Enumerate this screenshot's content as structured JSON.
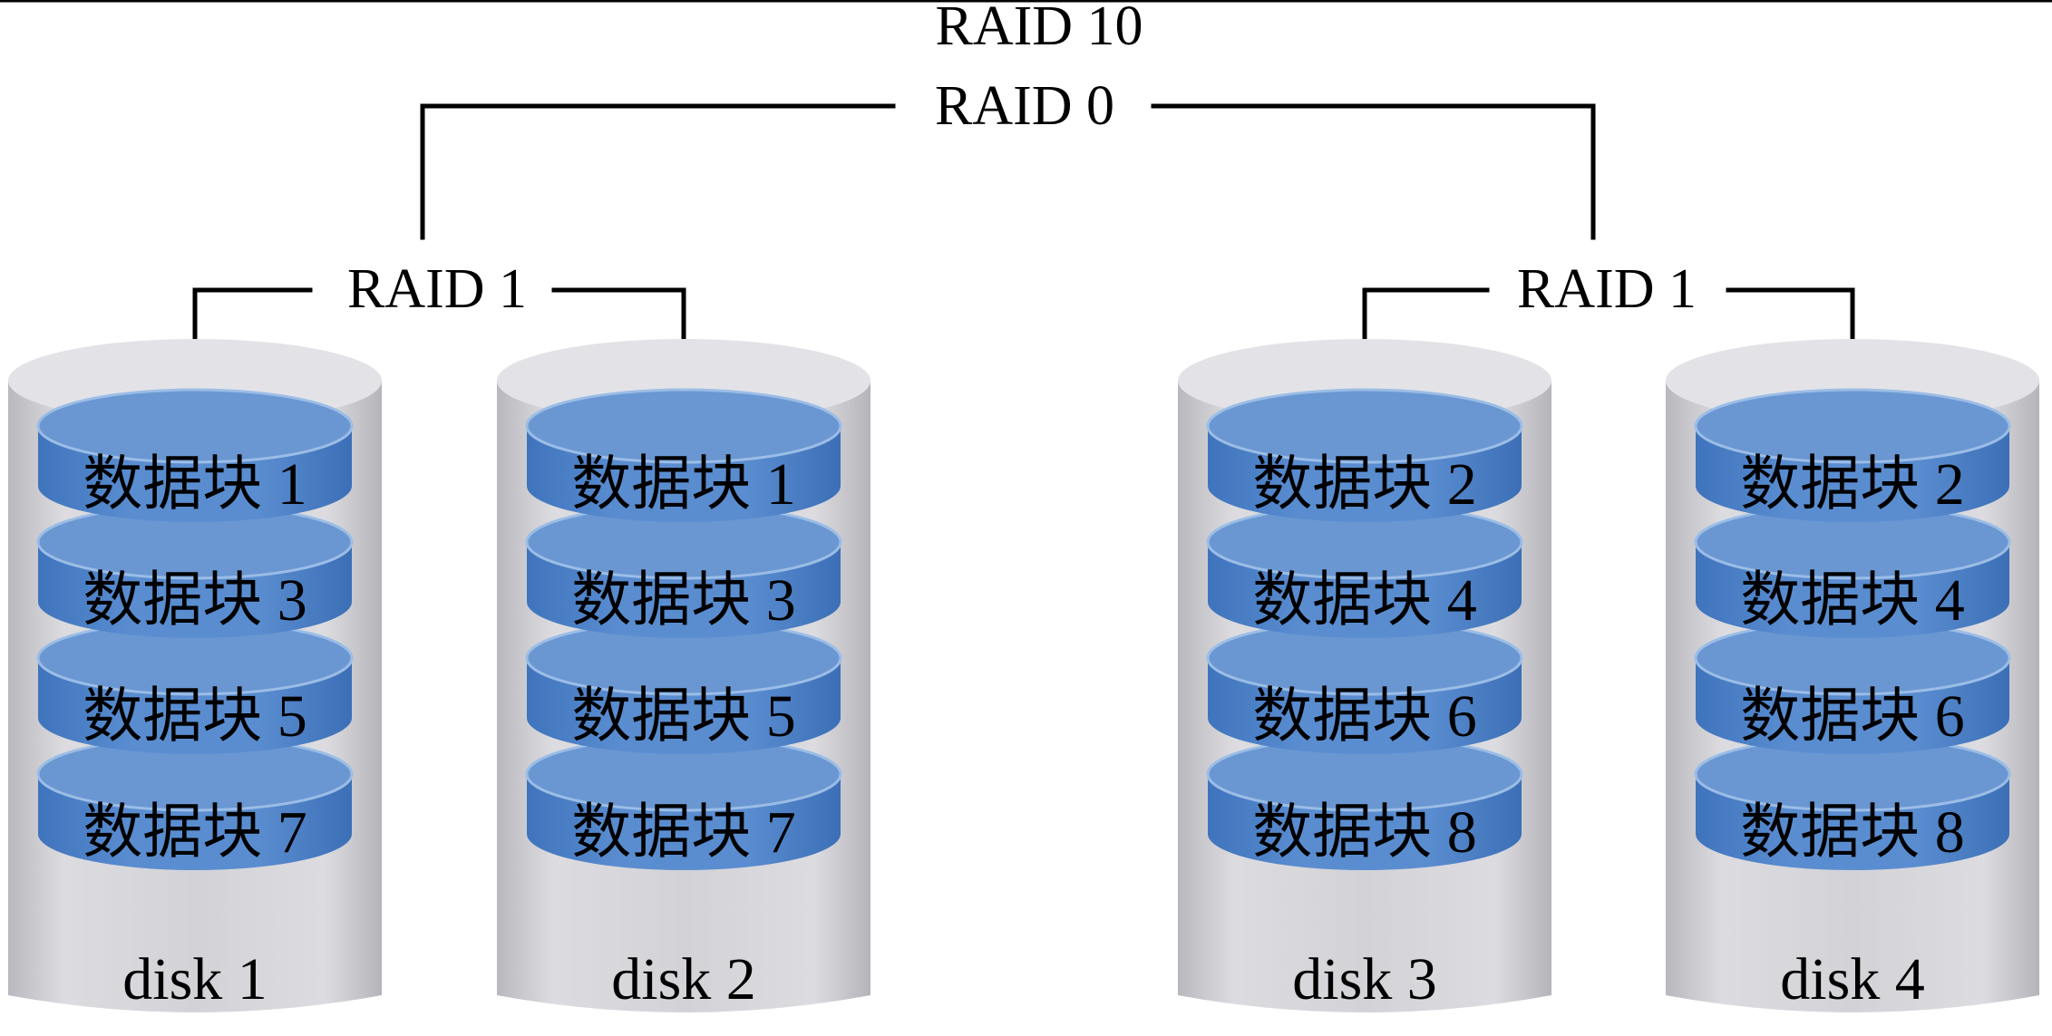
{
  "diagram": {
    "title": "RAID 10",
    "stripe_label": "RAID 0",
    "mirror_left_label": "RAID 1",
    "mirror_right_label": "RAID 1",
    "colors": {
      "block_top": "#6a97d2",
      "block_side": "#4a7ec4",
      "block_rim": "#9bbde6",
      "casing": "#c9c9ce",
      "casing_edge": "#e3e3e7",
      "line": "#000000"
    },
    "disks": [
      {
        "label": "disk 1",
        "blocks": [
          "数据块 1",
          "数据块 3",
          "数据块 5",
          "数据块 7"
        ]
      },
      {
        "label": "disk 2",
        "blocks": [
          "数据块 1",
          "数据块 3",
          "数据块 5",
          "数据块 7"
        ]
      },
      {
        "label": "disk 3",
        "blocks": [
          "数据块 2",
          "数据块 4",
          "数据块 6",
          "数据块 8"
        ]
      },
      {
        "label": "disk 4",
        "blocks": [
          "数据块 2",
          "数据块 4",
          "数据块 6",
          "数据块 8"
        ]
      }
    ]
  }
}
